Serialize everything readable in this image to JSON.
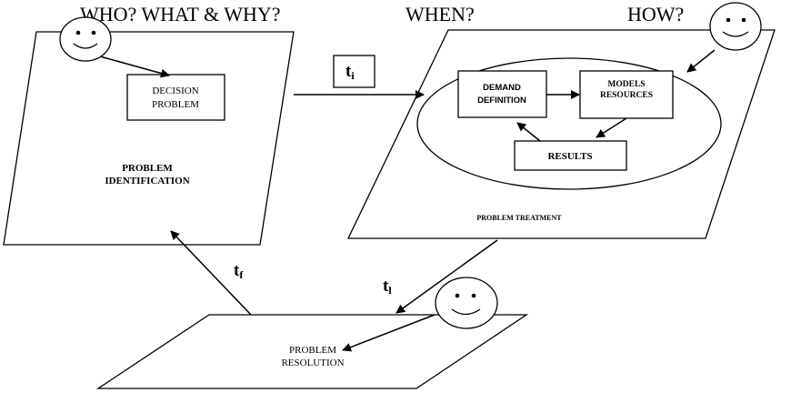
{
  "headers": {
    "who_what_why": "WHO?  WHAT & WHY?",
    "when": "WHEN?",
    "how": "HOW?"
  },
  "identification": {
    "box_line1": "DECISION",
    "box_line2": "PROBLEM",
    "label_line1": "PROBLEM",
    "label_line2": "IDENTIFICATION"
  },
  "treatment": {
    "demand_line1": "DEMAND",
    "demand_line2": "DEFINITION",
    "models_line1": "MODELS",
    "models_line2": "RESOURCES",
    "results": "RESULTS",
    "label": "PROBLEM TREATMENT"
  },
  "resolution": {
    "label_line1": "PROBLEM",
    "label_line2": "RESOLUTION"
  },
  "times": {
    "ti": {
      "main": "t",
      "sub": "i"
    },
    "tf": {
      "main": "t",
      "sub": "f"
    },
    "tl": {
      "main": "t",
      "sub": "l"
    }
  }
}
